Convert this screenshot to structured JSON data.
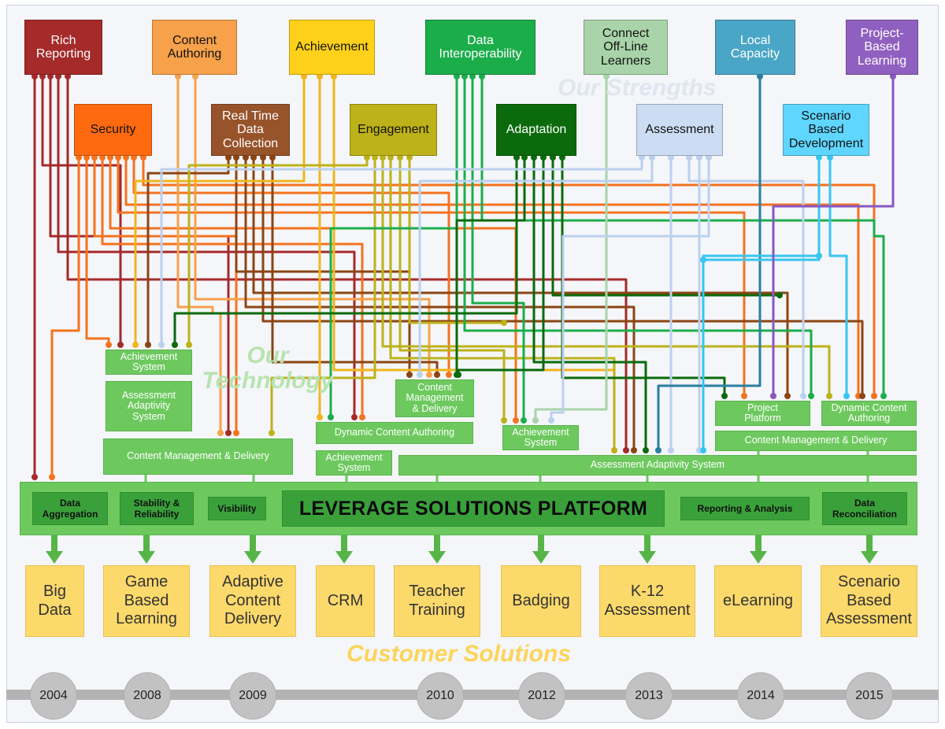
{
  "strengths": {
    "rich_reporting": "Rich\nReporting",
    "content_authoring": "Content\nAuthoring",
    "achievement": "Achievement",
    "data_interoperability": "Data\nInteroperability",
    "connect_offline": "Connect\nOff-Line\nLearners",
    "local_capacity": "Local\nCapacity",
    "project_based_learning": "Project-\nBased\nLearning",
    "security": "Security",
    "real_time_data": "Real Time\nData\nCollection",
    "engagement": "Engagement",
    "adaptation": "Adaptation",
    "assessment": "Assessment",
    "scenario_based_development": "Scenario\nBased\nDevelopment"
  },
  "watermarks": {
    "strengths": "Our Strengths",
    "technology": "Our\nTechnology",
    "solutions": "Customer Solutions"
  },
  "technology": {
    "achievement_system_1": "Achievement\nSystem",
    "assessment_adaptivity_1": "Assessment\nAdaptivity\nSystem",
    "cmd_1": "Content Management & Delivery",
    "dca_1": "Dynamic Content Authoring",
    "achievement_system_2": "Achievement\nSystem",
    "cmd_2": "Content\nManagement\n& Delivery",
    "achievement_system_3": "Achievement\nSystem",
    "assessment_adaptivity_2": "Assessment Adaptivity System",
    "project_platform": "Project\nPlatform",
    "dca_2": "Dynamic Content\nAuthoring",
    "cmd_3": "Content Management & Delivery"
  },
  "platform": {
    "title": "LEVERAGE SOLUTIONS PLATFORM",
    "data_aggregation": "Data\nAggregation",
    "stability": "Stability &\nReliability",
    "visibility": "Visibility",
    "reporting": "Reporting & Analysis",
    "reconciliation": "Data\nReconciliation"
  },
  "solutions": {
    "big_data": "Big\nData",
    "game_based": "Game\nBased\nLearning",
    "adaptive_content": "Adaptive\nContent\nDelivery",
    "crm": "CRM",
    "teacher_training": "Teacher\nTraining",
    "badging": "Badging",
    "k12": "K-12\nAssessment",
    "elearning": "eLearning",
    "scenario_assessment": "Scenario\nBased\nAssessment"
  },
  "years": {
    "y2004": "2004",
    "y2008": "2008",
    "y2009": "2009",
    "y2010": "2010",
    "y2012": "2012",
    "y2013": "2013",
    "y2014": "2014",
    "y2015": "2015"
  },
  "colors": {
    "rich_reporting": "#a52a2a",
    "content_authoring": "#f7a14a",
    "achievement": "#ffd11a",
    "data_interoperability": "#1cad4b",
    "connect_offline": "#a9d4a9",
    "local_capacity": "#4aa6c6",
    "project_based_learning": "#9060c0",
    "security": "#ff6a10",
    "real_time_data": "#97532a",
    "engagement": "#bdb21a",
    "adaptation": "#0b6a0b",
    "assessment": "#ccddf3",
    "scenario_based_development": "#5fd6ff",
    "wire_rich": "#a52a2a",
    "wire_security": "#f4731f",
    "wire_real_time": "#8b4513",
    "wire_content": "#f7a14a",
    "wire_achievement": "#f1b51c",
    "wire_engagement": "#bdb21a",
    "wire_interop": "#1cad4b",
    "wire_adaptation": "#0b6a0b",
    "wire_connect": "#a9d4a9",
    "wire_assessment": "#bcd0ee",
    "wire_local": "#2a7fa0",
    "wire_scenario": "#36c6f0",
    "wire_project": "#8a56c2",
    "platform": "#6dc95e",
    "solution": "#fcd96b",
    "arrow": "#57b548"
  }
}
